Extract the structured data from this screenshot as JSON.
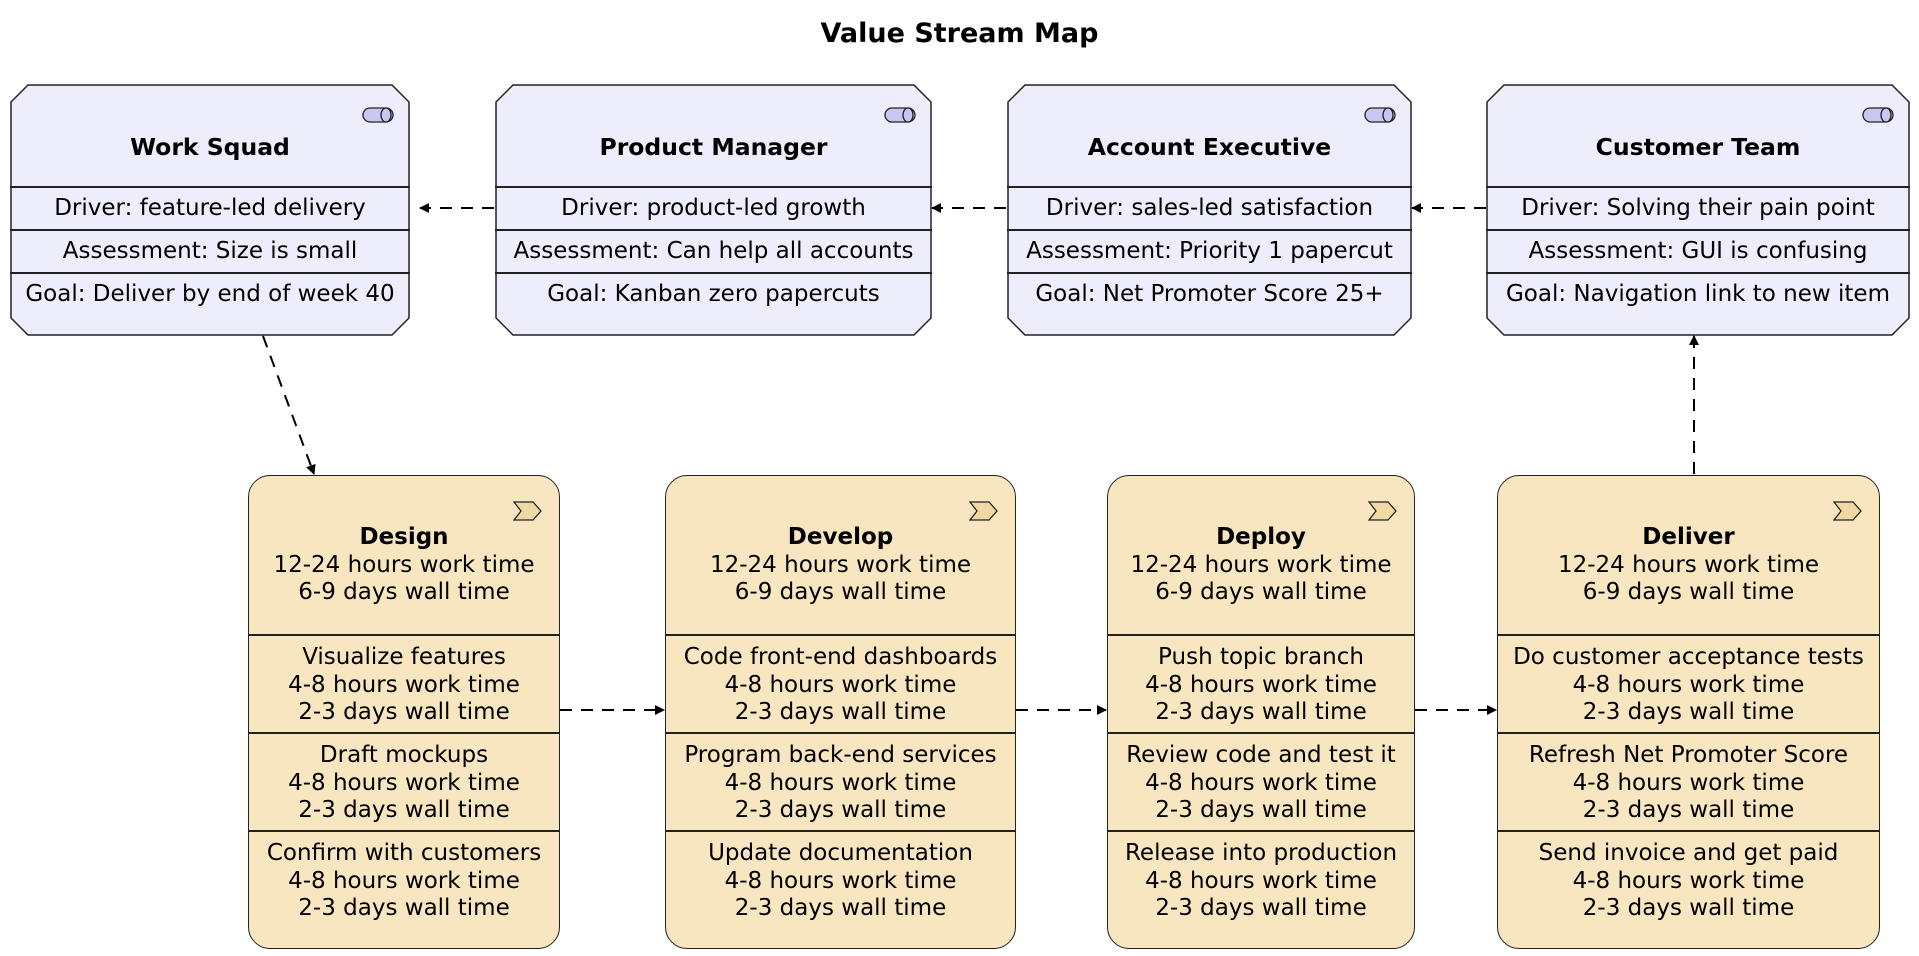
{
  "title": "Value Stream Map",
  "colors": {
    "actor_fill": "#ededfc",
    "stage_fill": "#f8e6c1",
    "stroke": "#222222",
    "actor_icon_fill": "#c7c7f2",
    "stage_icon_fill": "#f1d9a5"
  },
  "actors": [
    {
      "name": "Work Squad",
      "driver": "Driver: feature-led delivery",
      "assessment": "Assessment: Size is small",
      "goal": "Goal: Deliver by end of week 40",
      "icon": "role-icon"
    },
    {
      "name": "Product Manager",
      "driver": "Driver: product-led growth",
      "assessment": "Assessment: Can help all accounts",
      "goal": "Goal: Kanban zero papercuts",
      "icon": "role-icon"
    },
    {
      "name": "Account Executive",
      "driver": "Driver: sales-led satisfaction",
      "assessment": "Assessment: Priority 1 papercut",
      "goal": "Goal: Net Promoter Score 25+",
      "icon": "role-icon"
    },
    {
      "name": "Customer Team",
      "driver": "Driver: Solving their pain point",
      "assessment": "Assessment: GUI is confusing",
      "goal": "Goal: Navigation link to new item",
      "icon": "role-icon"
    }
  ],
  "stages": [
    {
      "name": "Design",
      "work": "12-24 hours work time",
      "wall": "6-9 days wall time",
      "icon": "process-chevron-icon",
      "steps": [
        {
          "name": "Visualize features",
          "work": "4-8 hours work time",
          "wall": "2-3 days wall time"
        },
        {
          "name": "Draft mockups",
          "work": "4-8 hours work time",
          "wall": "2-3 days wall time"
        },
        {
          "name": "Confirm with customers",
          "work": "4-8 hours work time",
          "wall": "2-3 days wall time"
        }
      ]
    },
    {
      "name": "Develop",
      "work": "12-24 hours work time",
      "wall": "6-9 days wall time",
      "icon": "process-chevron-icon",
      "steps": [
        {
          "name": "Code front-end dashboards",
          "work": "4-8 hours work time",
          "wall": "2-3 days wall time"
        },
        {
          "name": "Program back-end services",
          "work": "4-8 hours work time",
          "wall": "2-3 days wall time"
        },
        {
          "name": "Update documentation",
          "work": "4-8 hours work time",
          "wall": "2-3 days wall time"
        }
      ]
    },
    {
      "name": "Deploy",
      "work": "12-24 hours work time",
      "wall": "6-9 days wall time",
      "icon": "process-chevron-icon",
      "steps": [
        {
          "name": "Push topic branch",
          "work": "4-8 hours work time",
          "wall": "2-3 days wall time"
        },
        {
          "name": "Review code and test it",
          "work": "4-8 hours work time",
          "wall": "2-3 days wall time"
        },
        {
          "name": "Release into production",
          "work": "4-8 hours work time",
          "wall": "2-3 days wall time"
        }
      ]
    },
    {
      "name": "Deliver",
      "work": "12-24 hours work time",
      "wall": "6-9 days wall time",
      "icon": "process-chevron-icon",
      "steps": [
        {
          "name": "Do customer acceptance tests",
          "work": "4-8 hours work time",
          "wall": "2-3 days wall time"
        },
        {
          "name": "Refresh Net Promoter Score",
          "work": "4-8 hours work time",
          "wall": "2-3 days wall time"
        },
        {
          "name": "Send invoice and get paid",
          "work": "4-8 hours work time",
          "wall": "2-3 days wall time"
        }
      ]
    }
  ]
}
